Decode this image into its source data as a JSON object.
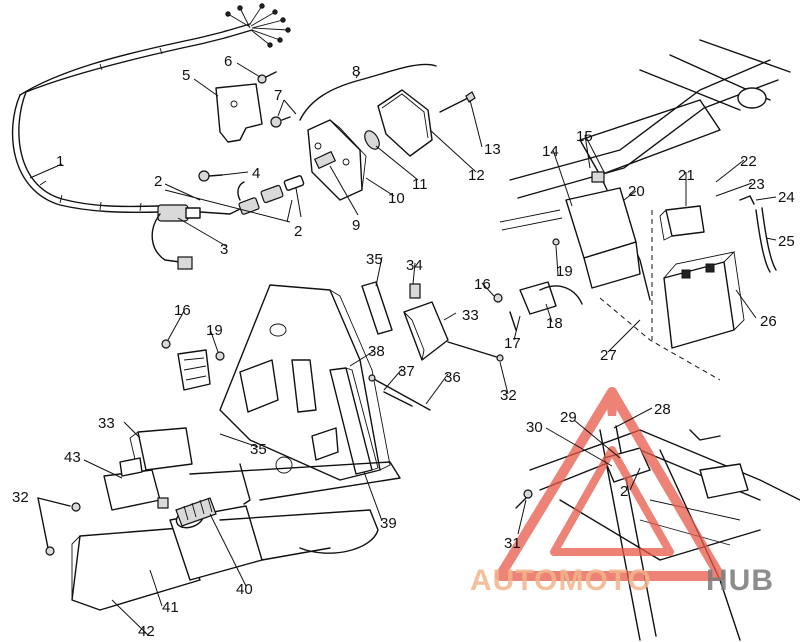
{
  "diagram": {
    "callouts": [
      "1",
      "2",
      "3",
      "4",
      "5",
      "6",
      "7",
      "8",
      "9",
      "10",
      "11",
      "12",
      "13",
      "14",
      "15",
      "16",
      "17",
      "18",
      "19",
      "20",
      "21",
      "22",
      "23",
      "24",
      "25",
      "26",
      "27",
      "28",
      "29",
      "30",
      "31",
      "32",
      "33",
      "34",
      "35",
      "36",
      "37",
      "38",
      "39",
      "40",
      "41",
      "42",
      "43"
    ],
    "repeated_callouts": {
      "2": [
        "2",
        "2",
        "2"
      ],
      "16": [
        "16",
        "16"
      ],
      "19": [
        "19",
        "19"
      ],
      "32": [
        "32",
        "32"
      ],
      "33": [
        "33",
        "33"
      ],
      "35": [
        "35",
        "35"
      ]
    }
  },
  "watermark": {
    "text_orange": "AUTOMOTO",
    "text_gray": "HUB",
    "color_orange": "#f2b48c",
    "color_gray": "#7a7a7a",
    "logo_color": "#e85a4a"
  }
}
